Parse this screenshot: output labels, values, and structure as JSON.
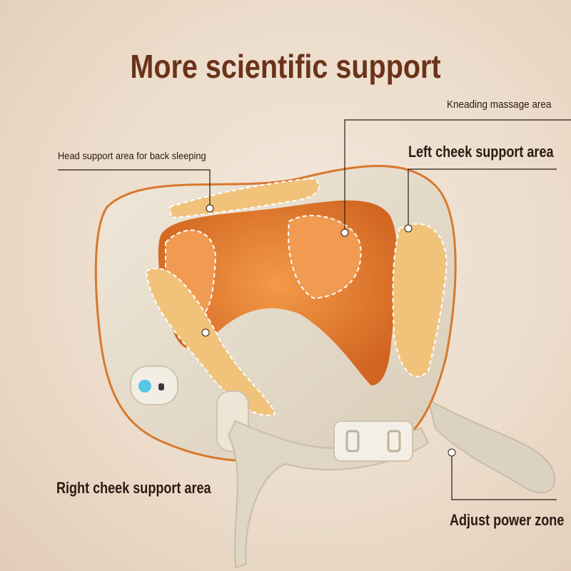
{
  "title": "More scientific support",
  "callouts": {
    "kneading": "Kneading massage area",
    "head_support": "Head support area for back sleeping",
    "left_cheek": "Left cheek support area",
    "right_cheek": "Right cheek support area",
    "adjust_power": "Adjust power zone"
  },
  "colors": {
    "title": "#6b3318",
    "pillow_shell": "#e6dccb",
    "massage_core": "#e2792e",
    "support_pad": "#f1c27a",
    "piping": "#d8782c",
    "button_light": "#58c6e6"
  },
  "icons": {
    "power_button": "power-button-icon",
    "strap_buckle": "strap-buckle-icon"
  }
}
